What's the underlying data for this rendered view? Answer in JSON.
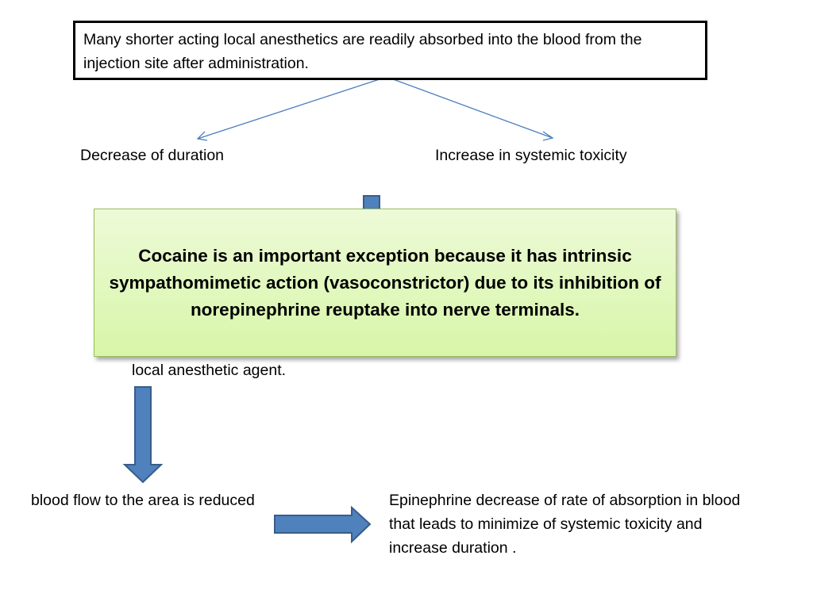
{
  "top_box": {
    "text": "Many shorter acting local anesthetics are readily absorbed into the blood from the injection site after administration."
  },
  "branches": {
    "left": "Decrease of duration",
    "right": "Increase in systemic toxicity"
  },
  "overlay": {
    "text": "Cocaine is an important exception because it has intrinsic sympathomimetic action  (vasoconstrictor) due to its inhibition of norepinephrine reuptake into nerve terminals."
  },
  "partial_text": "local anesthetic agent.",
  "bottom": {
    "left": "blood flow to the area is reduced",
    "right": "Epinephrine decrease of rate of absorption in  blood that leads to minimize of systemic toxicity and increase duration ."
  },
  "colors": {
    "arrow_fill": "#4f81bd",
    "arrow_stroke": "#385d8a",
    "connector": "#4a7ebb",
    "overlay_border": "#9bbb59"
  }
}
